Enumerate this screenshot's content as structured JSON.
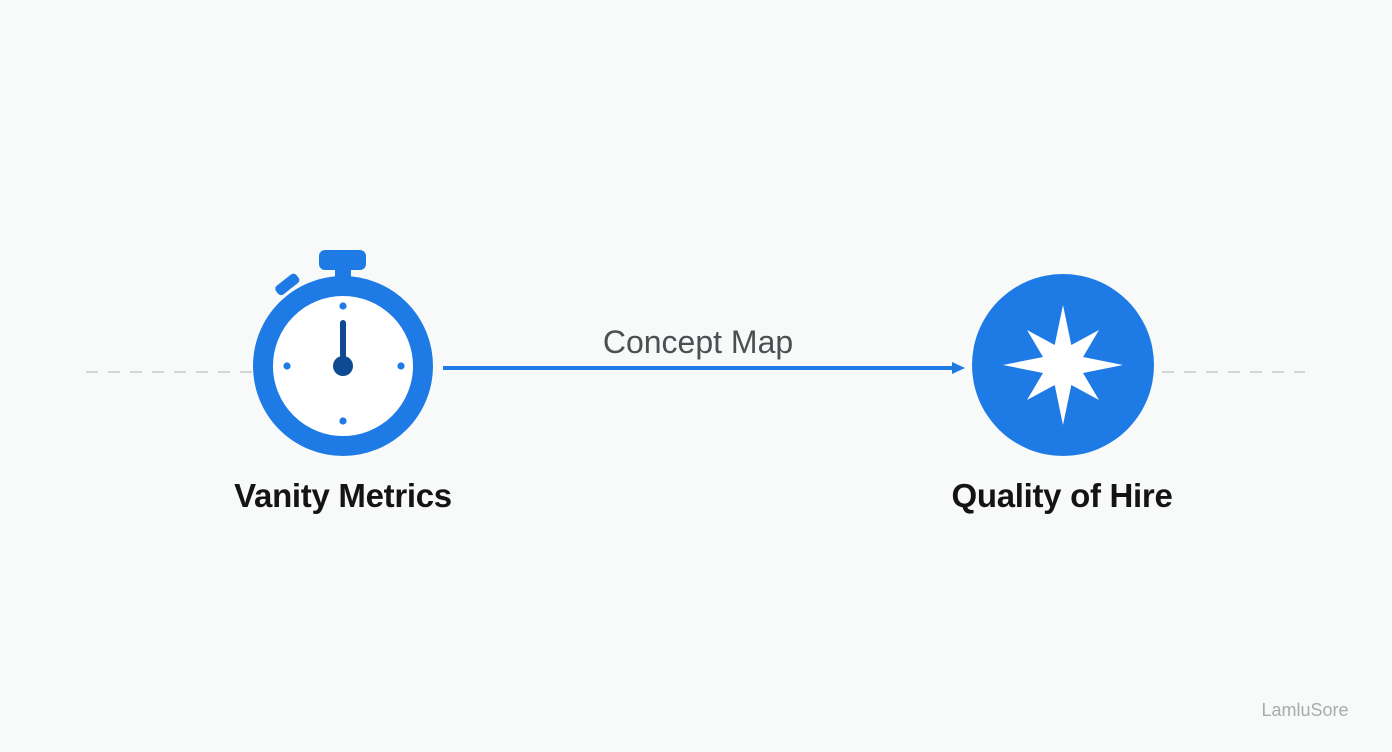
{
  "diagram": {
    "left_node": {
      "label": "Vanity Metrics",
      "icon": "stopwatch-icon"
    },
    "right_node": {
      "label": "Quality of Hire",
      "icon": "star-icon"
    },
    "edge": {
      "label": "Concept Map",
      "direction": "left-to-right"
    },
    "watermark": "LamluSore"
  },
  "colors": {
    "background": "#f8f9f9",
    "accent_blue": "#1e7be5",
    "dark_blue": "#0e4a92",
    "dashed_line": "#d3d6d9",
    "label_text": "#141414",
    "edge_text": "#4d4f52",
    "watermark_text": "#a9abad"
  }
}
